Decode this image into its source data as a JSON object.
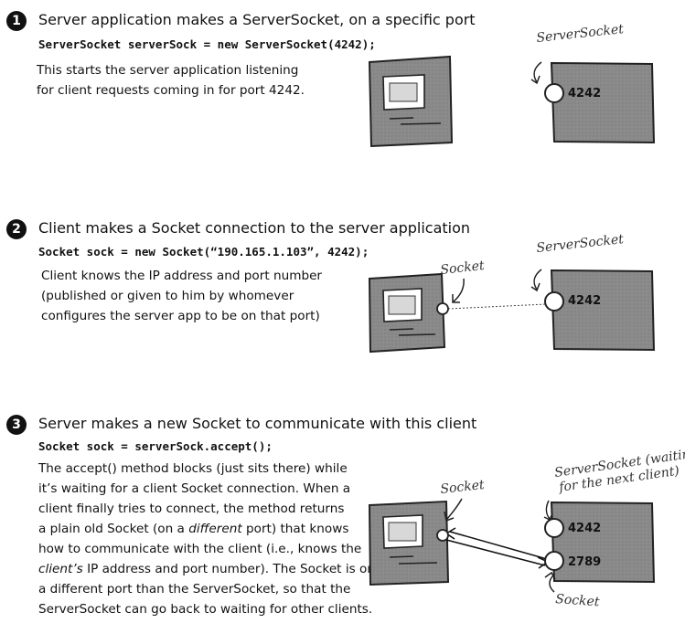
{
  "step1": {
    "number": "1",
    "heading": "Server application makes a ServerSocket, on a specific port",
    "code": "ServerSocket serverSock = new ServerSocket(4242);",
    "desc_lines": [
      "This starts the server application listening",
      "for client requests coming in for port 4242."
    ],
    "server_label": "ServerSocket",
    "port": "4242"
  },
  "step2": {
    "number": "2",
    "heading": "Client makes a Socket connection to the server application",
    "code": "Socket sock = new Socket(“190.165.1.103”, 4242);",
    "desc_lines": [
      "Client knows the IP address and port number",
      "(published or given to him by whomever",
      "configures the server app to be on that port)"
    ],
    "client_label": "Socket",
    "server_label": "ServerSocket",
    "port": "4242"
  },
  "step3": {
    "number": "3",
    "heading": "Server makes a new Socket to communicate with this client",
    "code": "Socket sock = serverSock.accept();",
    "desc_lines": [
      [
        "The accept() method blocks (just sits there) while"
      ],
      [
        "it’s waiting for a client Socket connection. When a"
      ],
      [
        "client finally tries to connect, the method returns"
      ],
      [
        "a plain old Socket (on a ",
        "different",
        " port) that knows"
      ],
      [
        "how to communicate with the client (i.e., knows the"
      ],
      [
        "",
        "client’s",
        " IP address and port number). The Socket is on"
      ],
      [
        "a different port than the ServerSocket, so that the"
      ],
      [
        "ServerSocket can go back to waiting for other clients."
      ]
    ],
    "client_label": "Socket",
    "server_label_line1": "ServerSocket (waiting",
    "server_label_line2": "for the next client)",
    "port_server": "4242",
    "port_socket": "2789",
    "socket_label": "Socket"
  }
}
